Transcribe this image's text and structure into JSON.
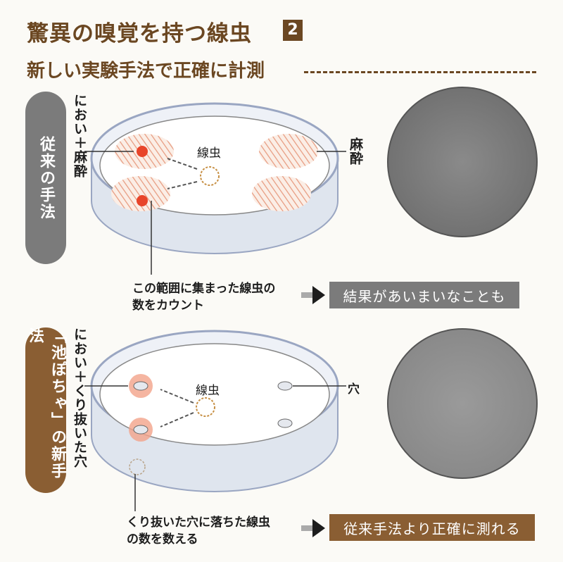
{
  "header": {
    "title": "驚異の嗅覚を持つ線虫",
    "number": "2",
    "subtitle": "新しい実験手法で正確に計測"
  },
  "old_method": {
    "label": "従来の手法",
    "side_label": "におい＋麻酔",
    "nematode_label": "線虫",
    "anesthesia_label": "麻酔",
    "caption_line1": "この範囲に集まった線虫の",
    "caption_line2": "数をカウント",
    "result": "結果があいまいなことも"
  },
  "new_method": {
    "label": "「池ぽちゃ」の新手法",
    "side_label": "におい＋くり抜いた穴",
    "nematode_label": "線虫",
    "hole_label": "穴",
    "caption_line1": "くり抜いた穴に落ちた線虫",
    "caption_line2": "の数を数える",
    "result": "従来手法より正確に測れる"
  },
  "colors": {
    "brown": "#8a5e33",
    "gray": "#7b7b7b",
    "title": "#6b4722",
    "odor": "#e8452a"
  }
}
